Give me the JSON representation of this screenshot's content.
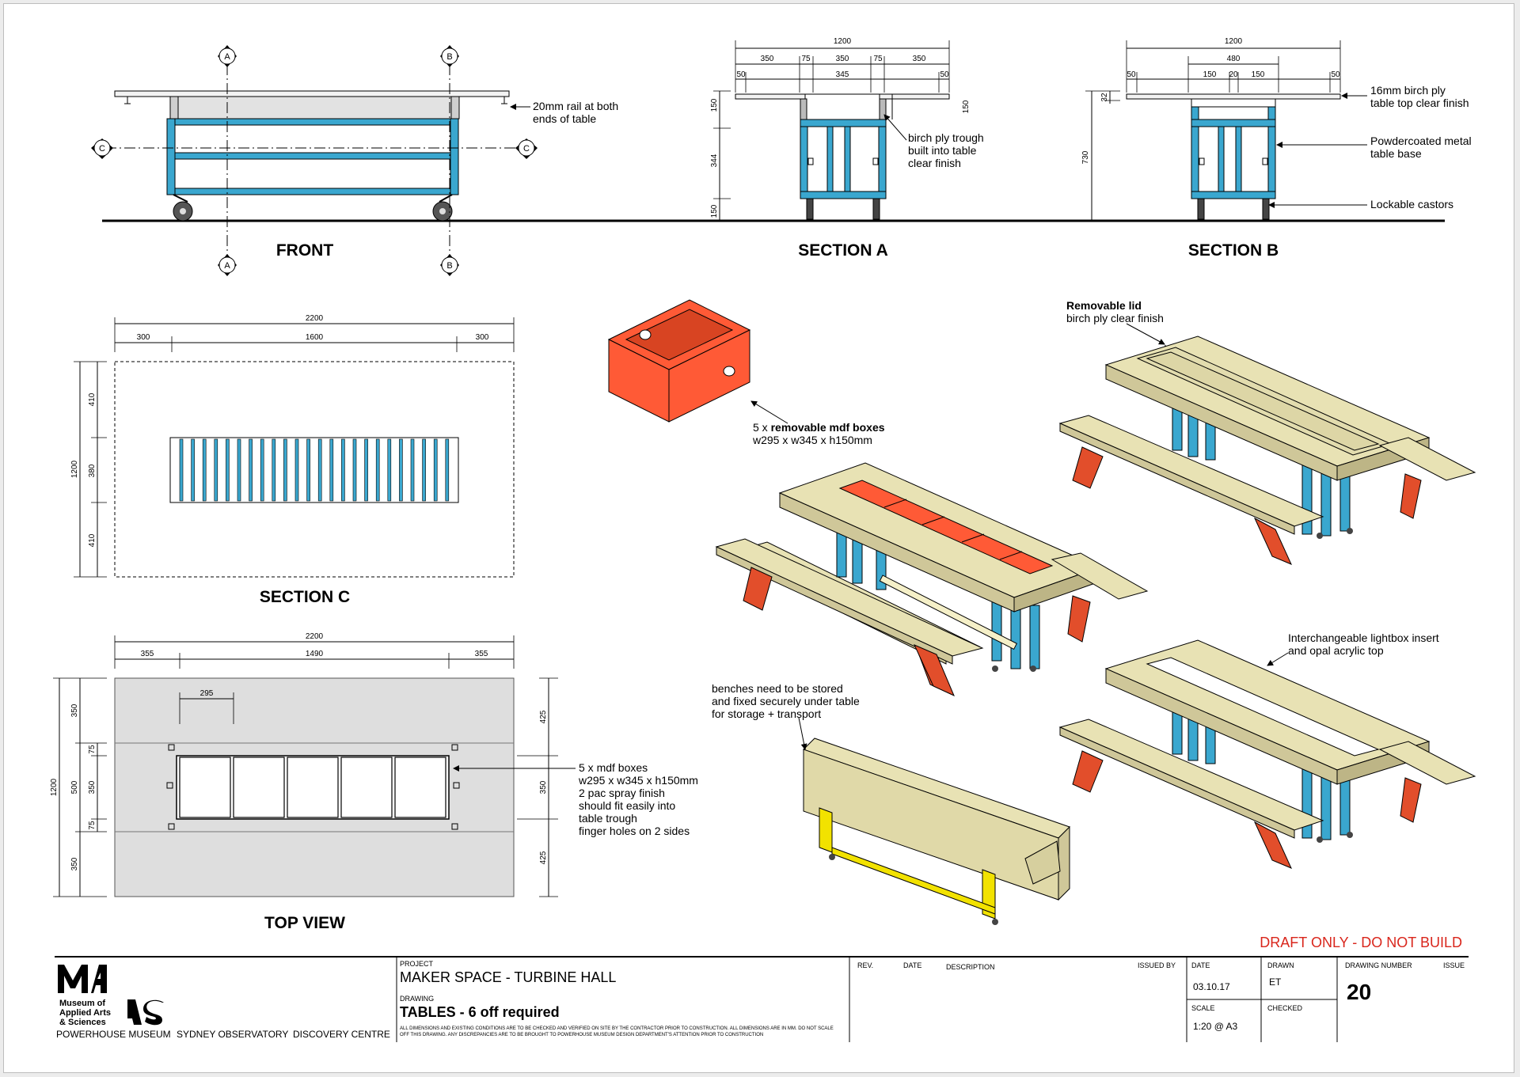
{
  "views": {
    "front": "FRONT",
    "section_a": "SECTION A",
    "section_b": "SECTION B",
    "section_c": "SECTION C",
    "top_view": "TOP VIEW"
  },
  "markers": {
    "a": "A",
    "b": "B",
    "c": "C"
  },
  "front_notes": [
    "20mm rail at both",
    "ends of table"
  ],
  "section_a": {
    "dims_top": [
      "1200",
      "350",
      "75",
      "350",
      "75",
      "350",
      "50",
      "345",
      "50"
    ],
    "dims_left": [
      "150",
      "344",
      "150"
    ],
    "dim_right": "150",
    "notes": [
      "birch ply trough",
      "built into table",
      "clear finish"
    ]
  },
  "section_b": {
    "dims_top": [
      "1200",
      "480",
      "50",
      "150",
      "20",
      "150",
      "50"
    ],
    "dims_left": [
      "32",
      "730"
    ],
    "notes": {
      "top": [
        "16mm birch ply",
        "table top clear finish"
      ],
      "base": [
        "Powdercoated metal",
        "table base"
      ],
      "castors": [
        "Lockable castors"
      ]
    }
  },
  "section_c": {
    "dims_top": [
      "2200",
      "300",
      "1600",
      "300"
    ],
    "dims_left": [
      "1200",
      "410",
      "380",
      "410"
    ]
  },
  "top_view": {
    "dims_top": [
      "2200",
      "355",
      "1490",
      "355",
      "295"
    ],
    "dims_left": [
      "1200",
      "350",
      "500",
      "350",
      "75",
      "350",
      "75"
    ],
    "dims_right": [
      "425",
      "350",
      "425"
    ],
    "notes": [
      "5 x mdf boxes",
      "w295 x w345 x h150mm",
      "2 pac spray finish",
      "should fit easily into",
      "table trough",
      "finger holes on 2 sides"
    ]
  },
  "iso_notes": {
    "lid_title": "Removable lid",
    "lid_sub": "birch ply clear finish",
    "boxes_prefix": "5 x ",
    "boxes_bold": "removable mdf boxes",
    "boxes_sub": "w295 x w345 x h150mm",
    "lightbox": [
      "Interchangeable lightbox insert",
      "and opal acrylic top"
    ],
    "benches": [
      "benches need to be stored",
      "and fixed securely under table",
      "for storage + transport"
    ]
  },
  "draft_notice": "DRAFT ONLY - DO NOT BUILD",
  "title_block": {
    "logo_lines": [
      "Museum of",
      "Applied Arts",
      "& Sciences"
    ],
    "venues": [
      "POWERHOUSE MUSEUM",
      "SYDNEY OBSERVATORY",
      "DISCOVERY CENTRE"
    ],
    "project_label": "PROJECT",
    "project": "MAKER SPACE - TURBINE HALL",
    "drawing_label": "DRAWING",
    "drawing": "TABLES - 6 off required",
    "disclaimer_1": "ALL DIMENSIONS AND EXISTING CONDITIONS ARE TO BE CHECKED AND VERIFIED ON SITE BY THE CONTRACTOR PRIOR TO CONSTRUCTION. ALL DIMENSIONS ARE IN MM. DO NOT SCALE",
    "disclaimer_2": "OFF THIS DRAWING. ANY DISCREPANCIES ARE TO BE BROUGHT TO POWERHOUSE MUSEUM DESIGN DEPARTMENT'S ATTENTION PRIOR TO CONSTRUCTION",
    "rev_label": "REV.",
    "date_col_label": "DATE",
    "description_label": "DESCRIPTION",
    "issued_label": "ISSUED BY",
    "date_label": "DATE",
    "date": "03.10.17",
    "scale_label": "SCALE",
    "scale": "1:20 @ A3",
    "drawn_label": "DRAWN",
    "drawn": "ET",
    "checked_label": "CHECKED",
    "drawing_number_label": "DRAWING NUMBER",
    "drawing_number": "20",
    "issue_label": "ISSUE"
  },
  "colors": {
    "metal_base": "#3aa7cf",
    "timber": "#e8e2b4",
    "box_orange": "#ff5a36",
    "trestle": "#e24e2b",
    "storage_frame": "#f2e200",
    "draft_red": "#d9261c"
  }
}
